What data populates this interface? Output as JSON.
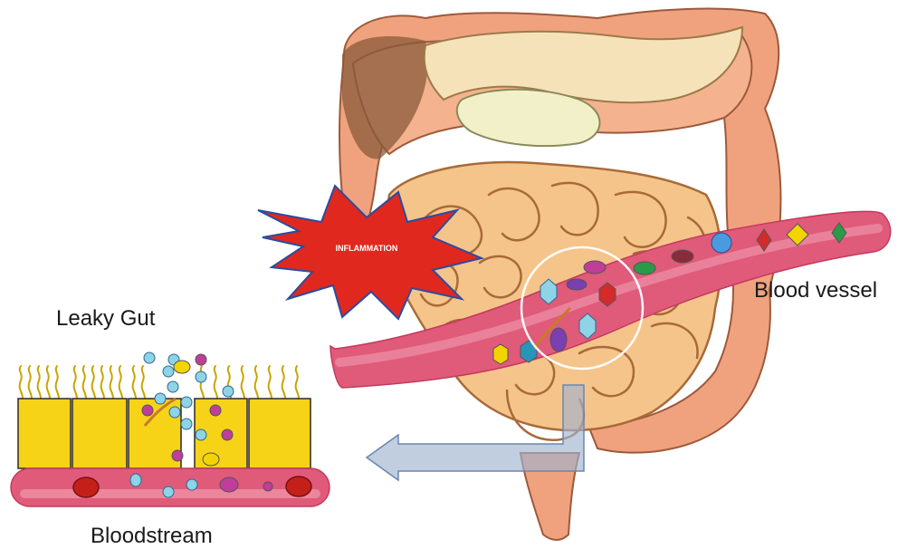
{
  "labels": {
    "leaky_gut": "Leaky Gut",
    "bloodstream": "Bloodstream",
    "blood_vessel": "Blood vessel",
    "inflammation": "INFLAMMATION"
  },
  "colors": {
    "vessel_pink": "#e05a7a",
    "vessel_light": "#f2a3b4",
    "intestine_orange": "#f5c48a",
    "intestine_outline": "#a86a3a",
    "colon_salmon": "#f0a27e",
    "cell_yellow": "#f7d318",
    "burst_red": "#e0281e",
    "arrow_blue": "#9fb4d0",
    "particle_cyan": "#8fd3e6",
    "particle_magenta": "#c03d9a",
    "particle_purple": "#7a3fb0",
    "particle_green": "#2a9a48",
    "particle_red": "#d42a2a",
    "particle_yellow": "#f4d400"
  }
}
